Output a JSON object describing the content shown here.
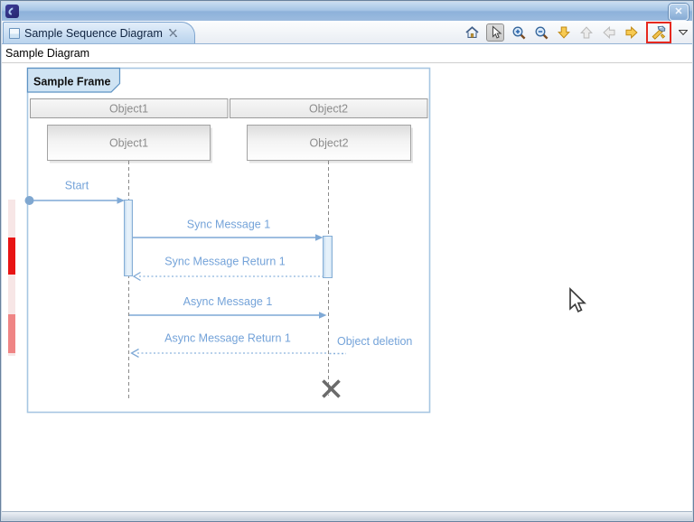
{
  "window": {
    "close_icon": "✕",
    "app_icon": "eclipse-logo-icon"
  },
  "editor_tab": {
    "title": "Sample Sequence Diagram",
    "icon": "diagram-editor-icon",
    "close_icon": "x-icon"
  },
  "breadcrumb": {
    "label": "Sample Diagram"
  },
  "toolbar": {
    "icons": [
      "home-icon",
      "select-cursor-icon",
      "zoom-in-icon",
      "zoom-out-icon",
      "arrow-down-icon",
      "arrow-up-icon",
      "arrow-left-icon",
      "arrow-right-icon",
      "configure-tools-icon",
      "menu-dropdown-icon"
    ],
    "disabled_icons": [
      "arrow-up-icon",
      "arrow-left-icon"
    ],
    "pressed_icon": "select-cursor-icon",
    "highlighted_icon": "configure-tools-icon",
    "highlight_color": "#e6281e"
  },
  "diagram": {
    "frame_label": "Sample Frame",
    "headers": [
      {
        "label": "Object1"
      },
      {
        "label": "Object2"
      }
    ],
    "objects": [
      {
        "label": "Object1"
      },
      {
        "label": "Object2"
      }
    ],
    "messages": [
      {
        "label": "Start",
        "type": "call",
        "style": "solid",
        "from": "frame-edge",
        "to": "Object1"
      },
      {
        "label": "Sync Message 1",
        "type": "sync",
        "style": "solid",
        "from": "Object1",
        "to": "Object2"
      },
      {
        "label": "Sync Message Return 1",
        "type": "return",
        "style": "dotted",
        "from": "Object2",
        "to": "Object1"
      },
      {
        "label": "Async Message 1",
        "type": "async",
        "style": "solid",
        "from": "Object1",
        "to": "Object2"
      },
      {
        "label": "Async Message Return 1",
        "type": "return",
        "style": "dotted",
        "from": "Object2",
        "to": "Object1"
      }
    ],
    "deletion": {
      "label": "Object deletion",
      "mark": "x-cross"
    },
    "colors": {
      "message_blue": "#74a3d9",
      "frame_border": "#a7c6e2",
      "frame_label_fill": "#cfe3f3",
      "lifeline_gray": "#8a8a8a",
      "object_text_gray": "#8c8c8c",
      "deletion_cross_gray": "#6b6b6b"
    }
  },
  "overview_markers": {
    "band_color": "#f7e6e6",
    "marker_top_color": "#e81414",
    "marker_bottom_color": "#ef8585"
  }
}
